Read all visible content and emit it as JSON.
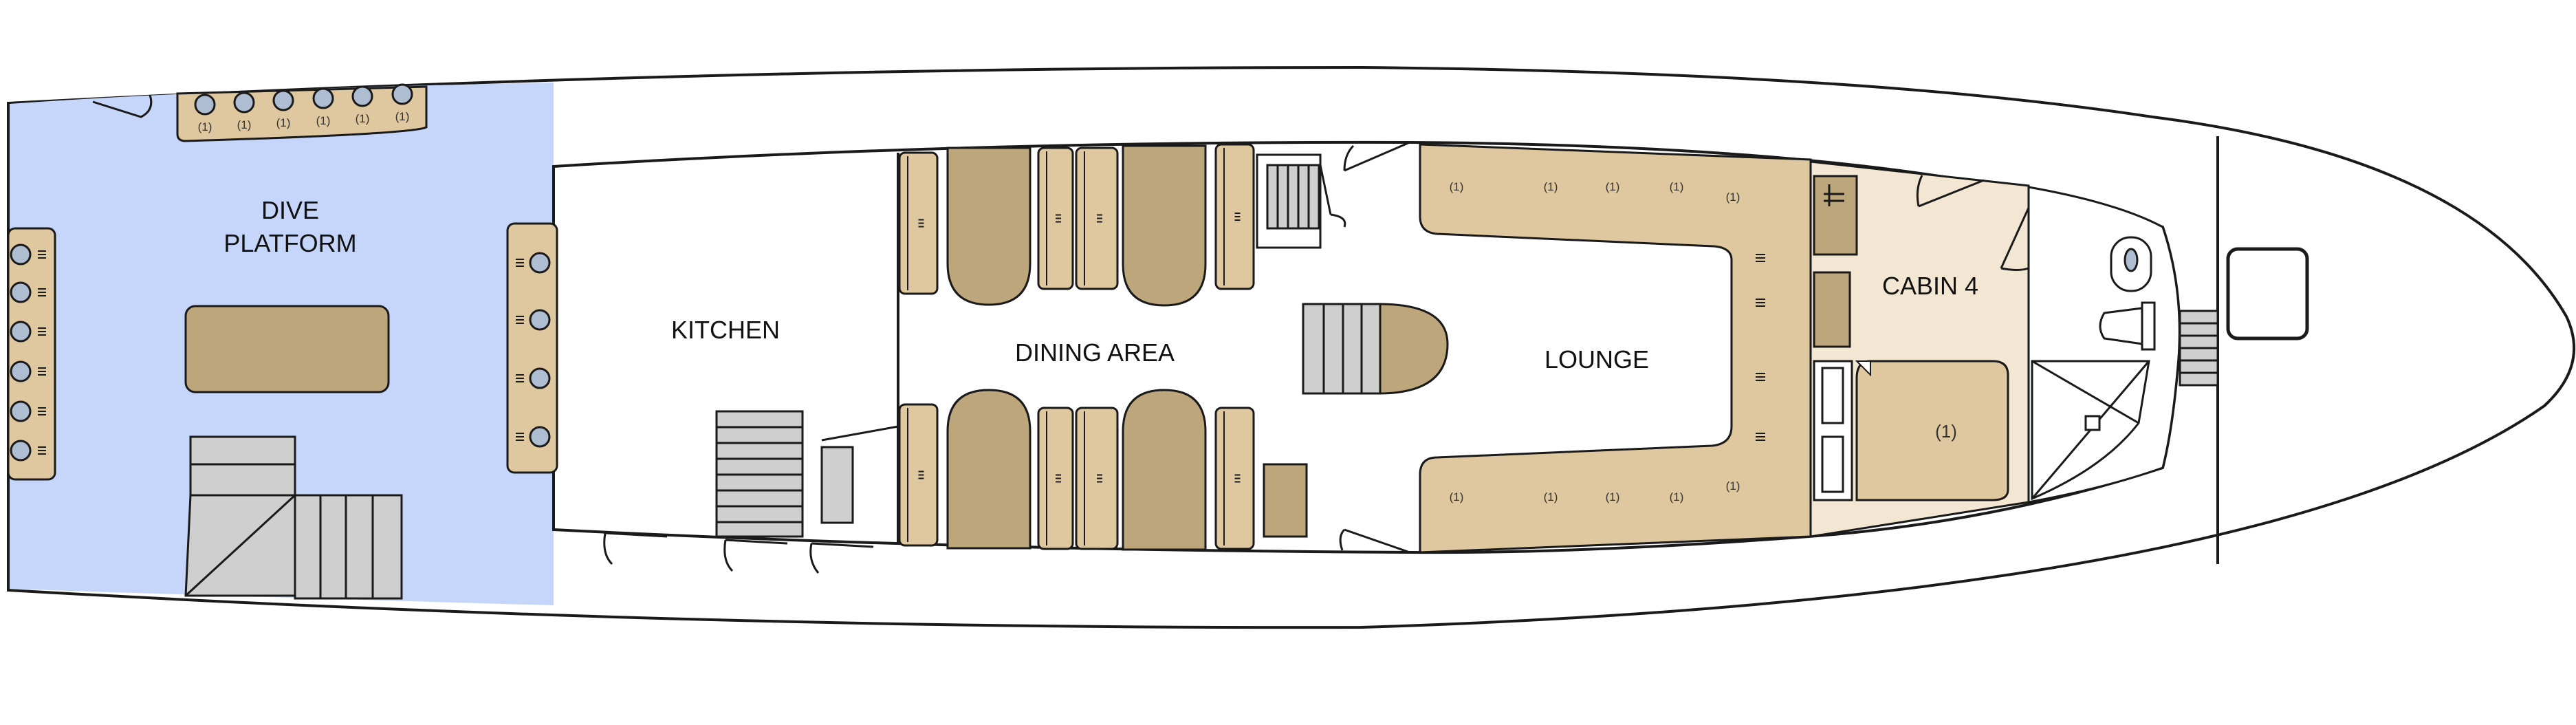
{
  "colors": {
    "dive_platform": "#c6d6fb",
    "cushion": "#dfc8a0",
    "table": "#bda57c",
    "cabin_floor": "#f3e7d4",
    "stairs": "#cfcfcf",
    "outline": "#1a1a1a",
    "seat_circle": "#aebdd2"
  },
  "rooms": {
    "dive_platform_line1": "DIVE",
    "dive_platform_line2": "PLATFORM",
    "kitchen": "KITCHEN",
    "dining_area": "DINING AREA",
    "lounge": "LOUNGE",
    "cabin_4": "CABIN 4"
  },
  "marks": {
    "bed_capacity": "(1)",
    "seat_capacity": "(1)"
  }
}
